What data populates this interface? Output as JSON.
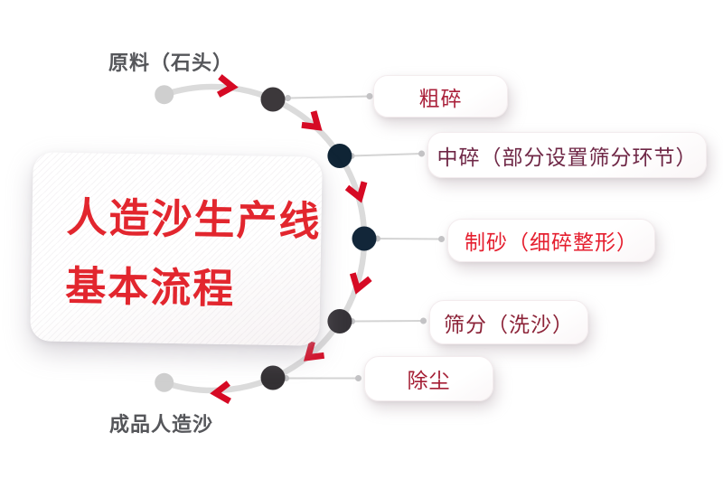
{
  "page": {
    "background": "#ffffff"
  },
  "title_card": {
    "line1": "人造沙生产线",
    "line2": "基本流程",
    "text_color": "#e2262e"
  },
  "flow": {
    "start_label": "原料（石头）",
    "end_label": "成品人造沙",
    "endpoint_label_color": "#55565a",
    "track_color": "#dbdbdb",
    "terminal_dot_color": "#cfcfcf",
    "connector_color": "#d4d4d4",
    "connector_dot_color": "#c4c4c6",
    "arrow_color": "#d60a24",
    "arrow_icon": "chevron-arrow",
    "steps": [
      {
        "label": "粗碎",
        "text_color": "#aa213b",
        "dot_color": "#3c383b"
      },
      {
        "label": "中碎（部分设置筛分环节）",
        "text_color": "#6f2746",
        "dot_color": "#0f2435"
      },
      {
        "label": "制砂（细碎整形）",
        "text_color": "#e51e2e",
        "dot_color": "#122639"
      },
      {
        "label": "筛分（洗沙）",
        "text_color": "#8c2338",
        "dot_color": "#363338"
      },
      {
        "label": "除尘",
        "text_color": "#a51f35",
        "dot_color": "#333033"
      }
    ]
  }
}
